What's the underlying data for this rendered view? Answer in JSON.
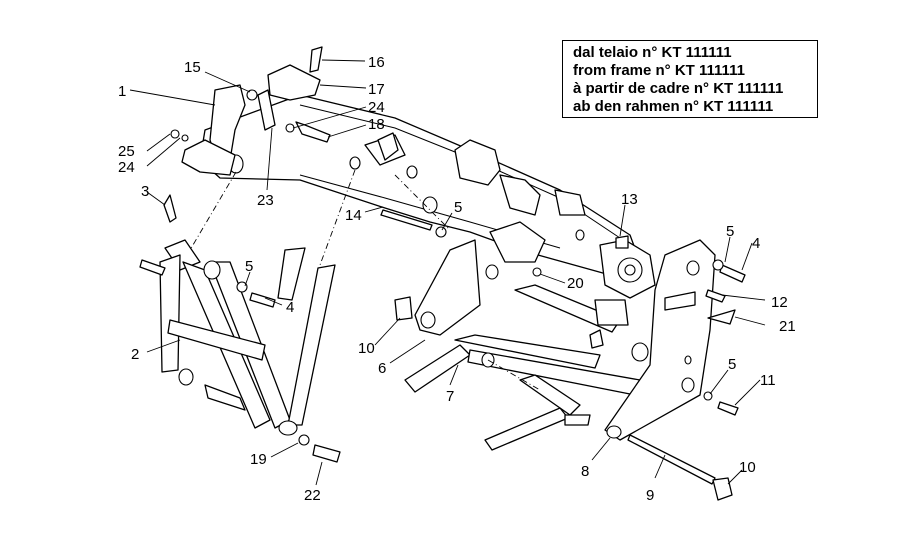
{
  "note_box": {
    "lines": [
      "dal telaio n° KT 111111",
      "from frame n° KT 111111",
      "à partir de cadre n° KT 111111",
      "ab den rahmen n° KT 111111"
    ]
  },
  "callouts": {
    "c1": "1",
    "c2": "2",
    "c3": "3",
    "c4a": "4",
    "c4b": "4",
    "c5a": "5",
    "c5b": "5",
    "c5c": "5",
    "c5d": "5",
    "c6": "6",
    "c7": "7",
    "c8": "8",
    "c9": "9",
    "c10a": "10",
    "c10b": "10",
    "c11": "11",
    "c12": "12",
    "c13": "13",
    "c14": "14",
    "c15": "15",
    "c16": "16",
    "c17": "17",
    "c18": "18",
    "c19": "19",
    "c20": "20",
    "c21": "21",
    "c22": "22",
    "c23": "23",
    "c24a": "24",
    "c24b": "24",
    "c25": "25"
  }
}
